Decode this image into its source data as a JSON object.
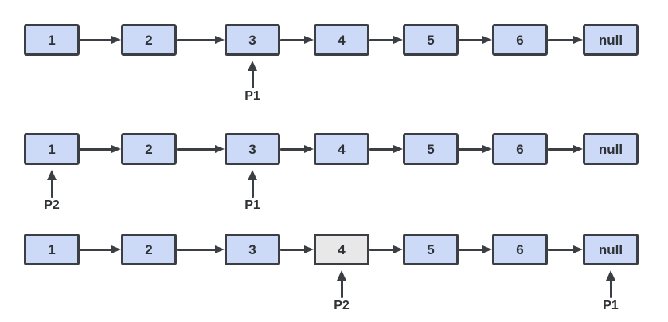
{
  "diagram": {
    "title": "linked-list-two-pointer-steps",
    "colors": {
      "node_fill": "#ccd9f7",
      "node_highlight_fill": "#e8e8e8",
      "node_border": "#3b3f44",
      "arrow": "#3b3f44",
      "label_text": "#2e3236",
      "background": "#ffffff"
    },
    "rows": [
      {
        "nodes": [
          {
            "label": "1",
            "highlighted": false
          },
          {
            "label": "2",
            "highlighted": false
          },
          {
            "label": "3",
            "highlighted": false
          },
          {
            "label": "4",
            "highlighted": false
          },
          {
            "label": "5",
            "highlighted": false
          },
          {
            "label": "6",
            "highlighted": false
          },
          {
            "label": "null",
            "highlighted": false
          }
        ],
        "pointers": [
          {
            "label": "P1",
            "target": 2
          }
        ]
      },
      {
        "nodes": [
          {
            "label": "1",
            "highlighted": false
          },
          {
            "label": "2",
            "highlighted": false
          },
          {
            "label": "3",
            "highlighted": false
          },
          {
            "label": "4",
            "highlighted": false
          },
          {
            "label": "5",
            "highlighted": false
          },
          {
            "label": "6",
            "highlighted": false
          },
          {
            "label": "null",
            "highlighted": false
          }
        ],
        "pointers": [
          {
            "label": "P2",
            "target": 0
          },
          {
            "label": "P1",
            "target": 2
          }
        ]
      },
      {
        "nodes": [
          {
            "label": "1",
            "highlighted": false
          },
          {
            "label": "2",
            "highlighted": false
          },
          {
            "label": "3",
            "highlighted": false
          },
          {
            "label": "4",
            "highlighted": true
          },
          {
            "label": "5",
            "highlighted": false
          },
          {
            "label": "6",
            "highlighted": false
          },
          {
            "label": "null",
            "highlighted": false
          }
        ],
        "pointers": [
          {
            "label": "P2",
            "target": 3
          },
          {
            "label": "P1",
            "target": 6
          }
        ]
      }
    ]
  }
}
